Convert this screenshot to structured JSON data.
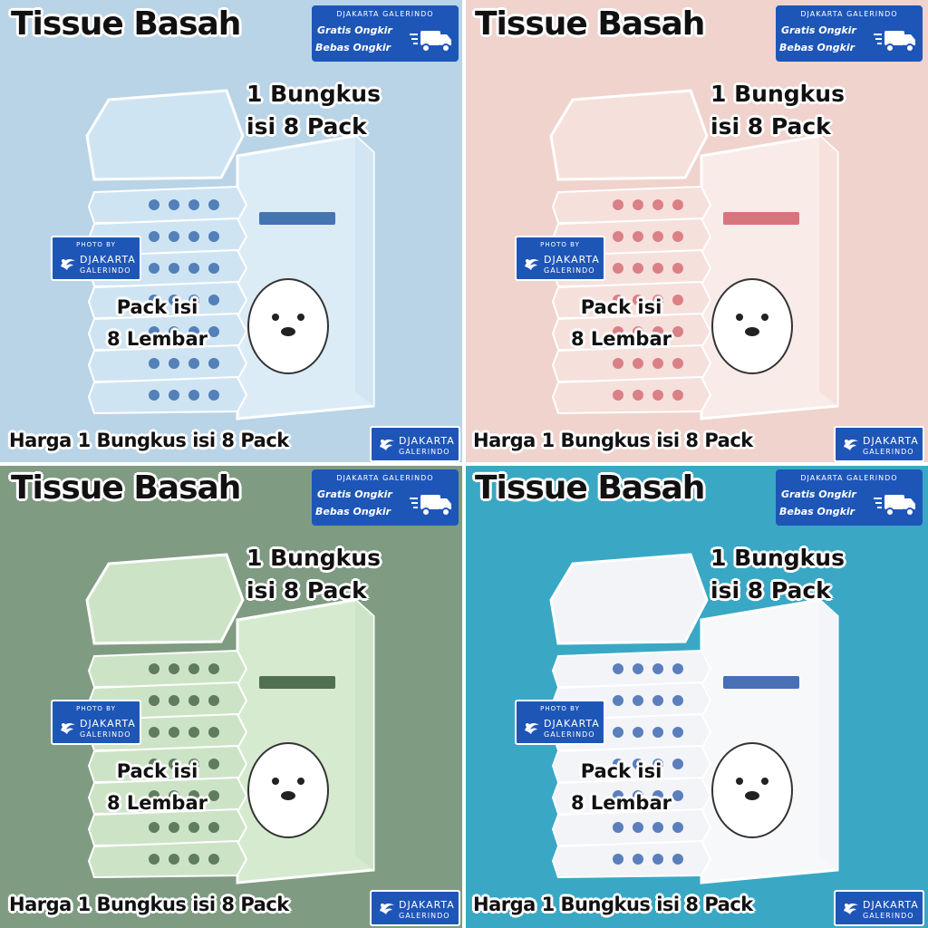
{
  "panels": [
    {
      "title": "Tissue Basah",
      "bungkus_line1": "1 Bungkus",
      "bungkus_line2": "isi 8 Pack",
      "pack_line1": "Pack isi",
      "pack_line2": "8 Lembar",
      "harga": "Harga 1 Bungkus isi 8 Pack",
      "bg_color": "#b9d4e6",
      "pack_color": "#cfe4f3",
      "box_color": "#dcecf6",
      "accent_color": "#2a5fa6",
      "mascot": "polar-bear-icon"
    },
    {
      "title": "Tissue Basah",
      "bungkus_line1": "1 Bungkus",
      "bungkus_line2": "isi 8 Pack",
      "pack_line1": "Pack isi",
      "pack_line2": "8 Lembar",
      "harga": "Harga 1 Bungkus isi 8 Pack",
      "bg_color": "#efd3cc",
      "pack_color": "#f6e0dc",
      "box_color": "#f8ebe8",
      "accent_color": "#d0606b",
      "mascot": "cat-icon"
    },
    {
      "title": "Tissue Basah",
      "bungkus_line1": "1 Bungkus",
      "bungkus_line2": "isi 8 Pack",
      "pack_line1": "Pack isi",
      "pack_line2": "8 Lembar",
      "harga": "Harga 1 Bungkus isi 8 Pack",
      "bg_color": "#7f9b82",
      "pack_color": "#cde3c6",
      "box_color": "#d6ead0",
      "accent_color": "#3a5a3c",
      "mascot": "penguin-icon"
    },
    {
      "title": "Tissue Basah",
      "bungkus_line1": "1 Bungkus",
      "bungkus_line2": "isi 8 Pack",
      "pack_line1": "Pack isi",
      "pack_line2": "8 Lembar",
      "harga": "Harga 1 Bungkus isi 8 Pack",
      "bg_color": "#3aa8c4",
      "pack_color": "#f2f4f7",
      "box_color": "#f7f8fa",
      "accent_color": "#2858a8",
      "mascot": "alphabet-letters-icon"
    }
  ],
  "shipping_badge": {
    "brand": "DJAKARTA GALERINDO",
    "line1": "Gratis Ongkir",
    "line2": "Bebas Ongkir",
    "icon": "delivery-truck-icon"
  },
  "watermark": {
    "caption": "PHOTO BY",
    "name": "DJAKARTA",
    "subname": "GALERINDO"
  },
  "corner_logo": {
    "name": "DJAKARTA",
    "subname": "GALERINDO"
  },
  "colors": {
    "badge_blue": "#1e56b8"
  }
}
